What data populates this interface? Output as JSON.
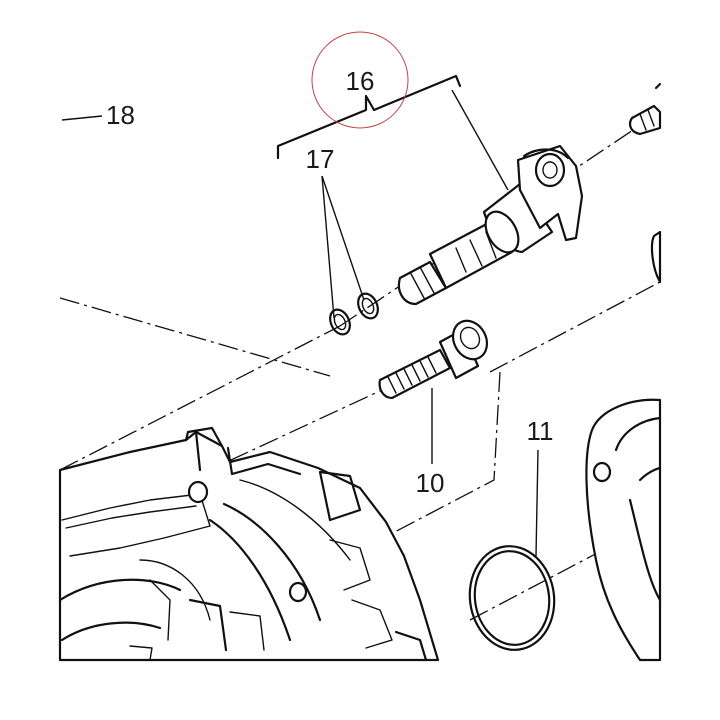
{
  "callouts": {
    "part_16": "16",
    "part_17": "17",
    "part_18": "18",
    "part_10": "10",
    "part_11": "11"
  },
  "colors": {
    "line": "#111111",
    "background": "#ffffff",
    "highlight_circle": "#c0404a"
  }
}
